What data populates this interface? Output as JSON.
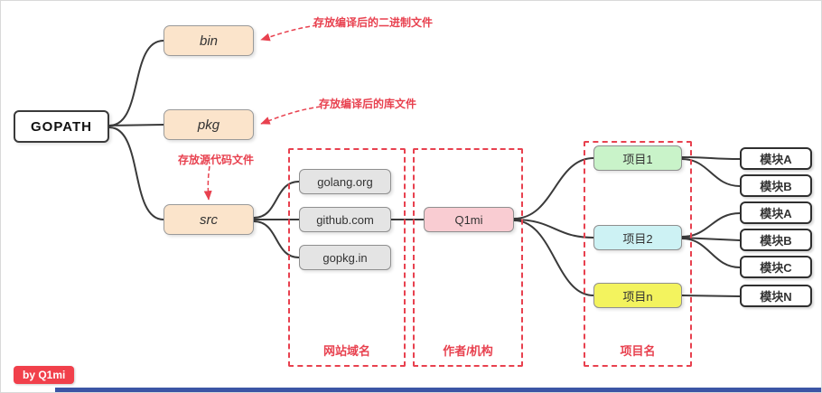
{
  "root": {
    "label": "GOPATH"
  },
  "dirs": [
    {
      "label": "bin",
      "annotation": "存放编译后的二进制文件"
    },
    {
      "label": "pkg",
      "annotation": "存放编译后的库文件"
    },
    {
      "label": "src",
      "annotation": "存放源代码文件"
    }
  ],
  "domains": [
    {
      "label": "golang.org"
    },
    {
      "label": "github.com"
    },
    {
      "label": "gopkg.in"
    }
  ],
  "author": {
    "label": "Q1mi"
  },
  "projects": [
    {
      "label": "项目1"
    },
    {
      "label": "项目2"
    },
    {
      "label": "项目n"
    }
  ],
  "modules": [
    {
      "label": "模块A"
    },
    {
      "label": "模块B"
    },
    {
      "label": "模块A"
    },
    {
      "label": "模块B"
    },
    {
      "label": "模块C"
    },
    {
      "label": "模块N"
    }
  ],
  "groups": [
    {
      "label": "网站域名"
    },
    {
      "label": "作者/机构"
    },
    {
      "label": "项目名"
    }
  ],
  "badge": {
    "label": "by Q1mi"
  },
  "colors": {
    "dir_fill": "#fbe4cb",
    "domain_fill": "#e4e4e4",
    "author_fill": "#f9ccd2",
    "project1_fill": "#c9f3c9",
    "project2_fill": "#cdf2f4",
    "projectn_fill": "#f3f35e",
    "annotation_red": "#e8414f",
    "badge_red": "#f1404b",
    "bottom_bar_blue": "#3b55a5"
  }
}
